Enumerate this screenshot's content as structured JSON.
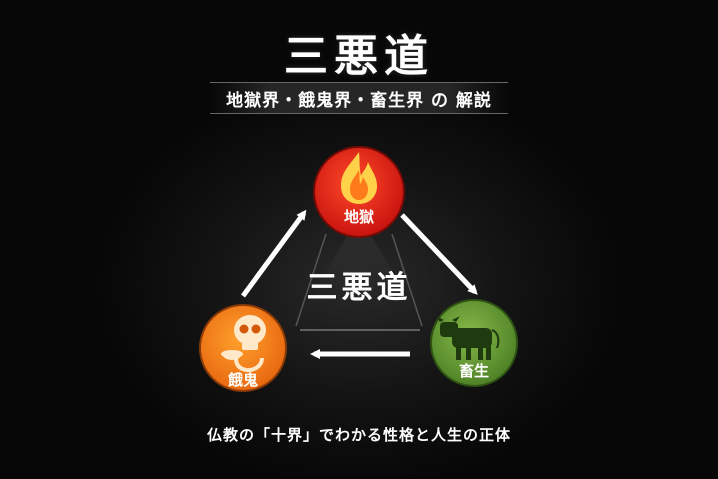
{
  "title": "三悪道",
  "subtitle": "地獄界・餓鬼界・畜生界 の 解説",
  "diagram": {
    "center_label": "三悪道",
    "nodes": [
      {
        "label": "地獄",
        "icon": "flame-icon",
        "color": "#e8201c"
      },
      {
        "label": "畜生",
        "icon": "cow-icon",
        "color": "#6fa032"
      },
      {
        "label": "餓鬼",
        "icon": "skull-ghost-icon",
        "color": "#f07a12"
      }
    ]
  },
  "footer": "仏教の「十界」でわかる性格と人生の正体"
}
